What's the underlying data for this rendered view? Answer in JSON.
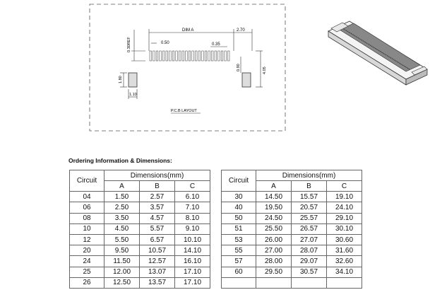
{
  "drawing": {
    "dim_a": "DIM A",
    "dim_2_70": "2.70",
    "dim_0_30ref": "0.30REF",
    "dim_0_50": "0.50",
    "dim_0_35": "0.35",
    "dim_0_90": "0.90",
    "dim_4_05": "4.05",
    "dim_1_80": "1.80",
    "dim_1_10": "1.10",
    "pcb_layout": "P.C.B LAYOUT"
  },
  "section_title": "Ordering Information & Dimensions:",
  "tables": [
    {
      "headers": {
        "circuit": "Circuit",
        "group": "Dimensions(mm)",
        "a": "A",
        "b": "B",
        "c": "C"
      },
      "rows": [
        [
          "04",
          "1.50",
          "2.57",
          "6.10"
        ],
        [
          "06",
          "2.50",
          "3.57",
          "7.10"
        ],
        [
          "08",
          "3.50",
          "4.57",
          "8.10"
        ],
        [
          "10",
          "4.50",
          "5.57",
          "9.10"
        ],
        [
          "12",
          "5.50",
          "6.57",
          "10.10"
        ],
        [
          "20",
          "9.50",
          "10.57",
          "14.10"
        ],
        [
          "24",
          "11.50",
          "12.57",
          "16.10"
        ],
        [
          "25",
          "12.00",
          "13.07",
          "17.10"
        ],
        [
          "26",
          "12.50",
          "13.57",
          "17.10"
        ]
      ]
    },
    {
      "headers": {
        "circuit": "Circuit",
        "group": "Dimensions(mm)",
        "a": "A",
        "b": "B",
        "c": "C"
      },
      "rows": [
        [
          "30",
          "14.50",
          "15.57",
          "19.10"
        ],
        [
          "40",
          "19.50",
          "20.57",
          "24.10"
        ],
        [
          "50",
          "24.50",
          "25.57",
          "29.10"
        ],
        [
          "51",
          "25.50",
          "26.57",
          "30.10"
        ],
        [
          "53",
          "26.00",
          "27.07",
          "30.60"
        ],
        [
          "55",
          "27.00",
          "28.07",
          "31.60"
        ],
        [
          "57",
          "28.00",
          "29.07",
          "32.60"
        ],
        [
          "60",
          "29.50",
          "30.57",
          "34.10"
        ],
        [
          "",
          "",
          "",
          ""
        ]
      ]
    }
  ]
}
